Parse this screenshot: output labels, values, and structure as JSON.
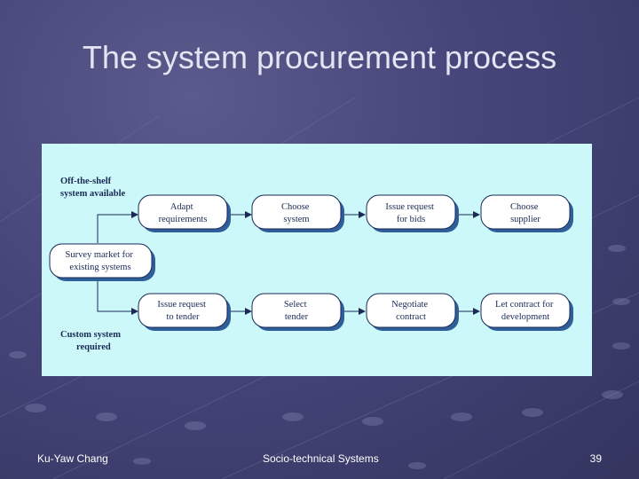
{
  "slide": {
    "title": "The system procurement process"
  },
  "diagram": {
    "label_off_shelf": [
      "Off-the-shelf",
      "system available"
    ],
    "label_custom": [
      "Custom system",
      "required"
    ],
    "survey": [
      "Survey market for",
      "existing systems"
    ],
    "top_row": [
      [
        "Adapt",
        "requirements"
      ],
      [
        "Choose",
        "system"
      ],
      [
        "Issue request",
        "for bids"
      ],
      [
        "Choose",
        "supplier"
      ]
    ],
    "bottom_row": [
      [
        "Issue request",
        "to tender"
      ],
      [
        "Select",
        "tender"
      ],
      [
        "Negotiate",
        "contract"
      ],
      [
        "Let contract for",
        "development"
      ]
    ]
  },
  "footer": {
    "author": "Ku-Yaw Chang",
    "topic": "Socio-technical Systems",
    "page": "39"
  },
  "colors": {
    "panel_bg": "#ccf8fa",
    "node_fill": "#ffffff",
    "node_border": "#1a2a55",
    "node_shadow": "#2e5f9a"
  }
}
